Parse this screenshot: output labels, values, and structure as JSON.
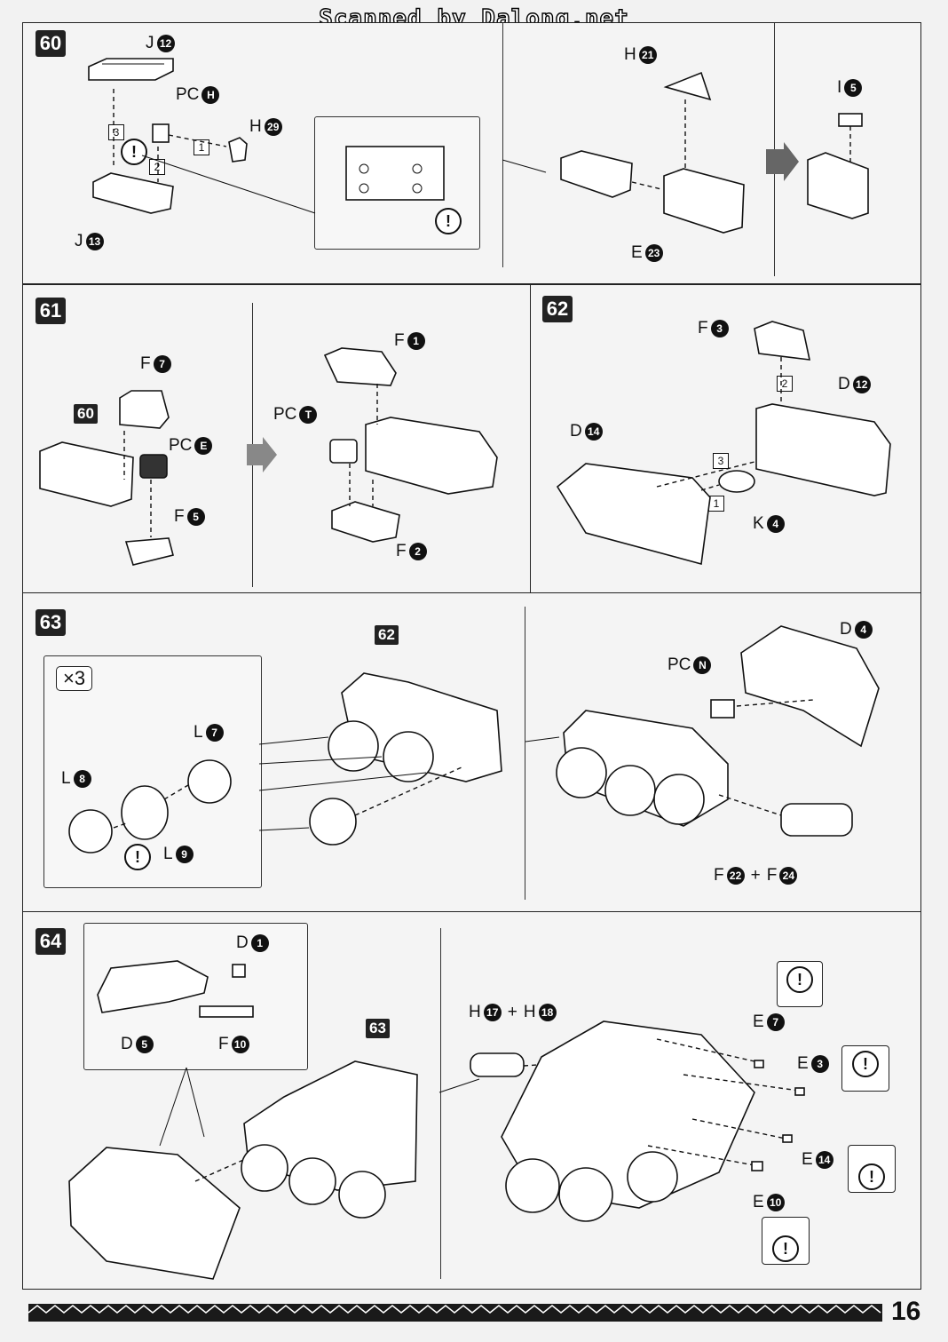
{
  "watermark": "Scanned by Dalong.net",
  "page_number": "16",
  "steps": {
    "s60": {
      "number": "60",
      "parts": {
        "j12": {
          "letter": "J",
          "num": "12"
        },
        "pch": {
          "letter": "PC",
          "num": "H"
        },
        "h29": {
          "letter": "H",
          "num": "29"
        },
        "j13": {
          "letter": "J",
          "num": "13"
        },
        "h21": {
          "letter": "H",
          "num": "21"
        },
        "i5": {
          "letter": "I",
          "num": "5"
        },
        "e23": {
          "letter": "E",
          "num": "23"
        }
      },
      "order": [
        "1",
        "2",
        "3"
      ],
      "warn": "!"
    },
    "s61": {
      "number": "61",
      "ref": "60",
      "parts": {
        "f7": {
          "letter": "F",
          "num": "7"
        },
        "pce": {
          "letter": "PC",
          "num": "E"
        },
        "f5": {
          "letter": "F",
          "num": "5"
        },
        "f1": {
          "letter": "F",
          "num": "1"
        },
        "pct": {
          "letter": "PC",
          "num": "T"
        },
        "f2": {
          "letter": "F",
          "num": "2"
        }
      }
    },
    "s62": {
      "number": "62",
      "parts": {
        "f3": {
          "letter": "F",
          "num": "3"
        },
        "d12": {
          "letter": "D",
          "num": "12"
        },
        "d14": {
          "letter": "D",
          "num": "14"
        },
        "k4": {
          "letter": "K",
          "num": "4"
        }
      },
      "order": [
        "1",
        "2",
        "3"
      ]
    },
    "s63": {
      "number": "63",
      "ref": "62",
      "multiplier": "×3",
      "parts": {
        "l7": {
          "letter": "L",
          "num": "7"
        },
        "l8": {
          "letter": "L",
          "num": "8"
        },
        "l9": {
          "letter": "L",
          "num": "9"
        },
        "d4": {
          "letter": "D",
          "num": "4"
        },
        "pcn": {
          "letter": "PC",
          "num": "N"
        },
        "f22": {
          "letter": "F",
          "num": "22"
        },
        "plus": "+",
        "f24": {
          "letter": "F",
          "num": "24"
        }
      },
      "warn": "!"
    },
    "s64": {
      "number": "64",
      "ref": "63",
      "parts": {
        "d1": {
          "letter": "D",
          "num": "1"
        },
        "d5": {
          "letter": "D",
          "num": "5"
        },
        "f10": {
          "letter": "F",
          "num": "10"
        },
        "h17": {
          "letter": "H",
          "num": "17"
        },
        "plus": "+",
        "h18": {
          "letter": "H",
          "num": "18"
        },
        "e7": {
          "letter": "E",
          "num": "7"
        },
        "e3": {
          "letter": "E",
          "num": "3"
        },
        "e14": {
          "letter": "E",
          "num": "14"
        },
        "e10": {
          "letter": "E",
          "num": "10"
        }
      },
      "warn": "!"
    }
  }
}
